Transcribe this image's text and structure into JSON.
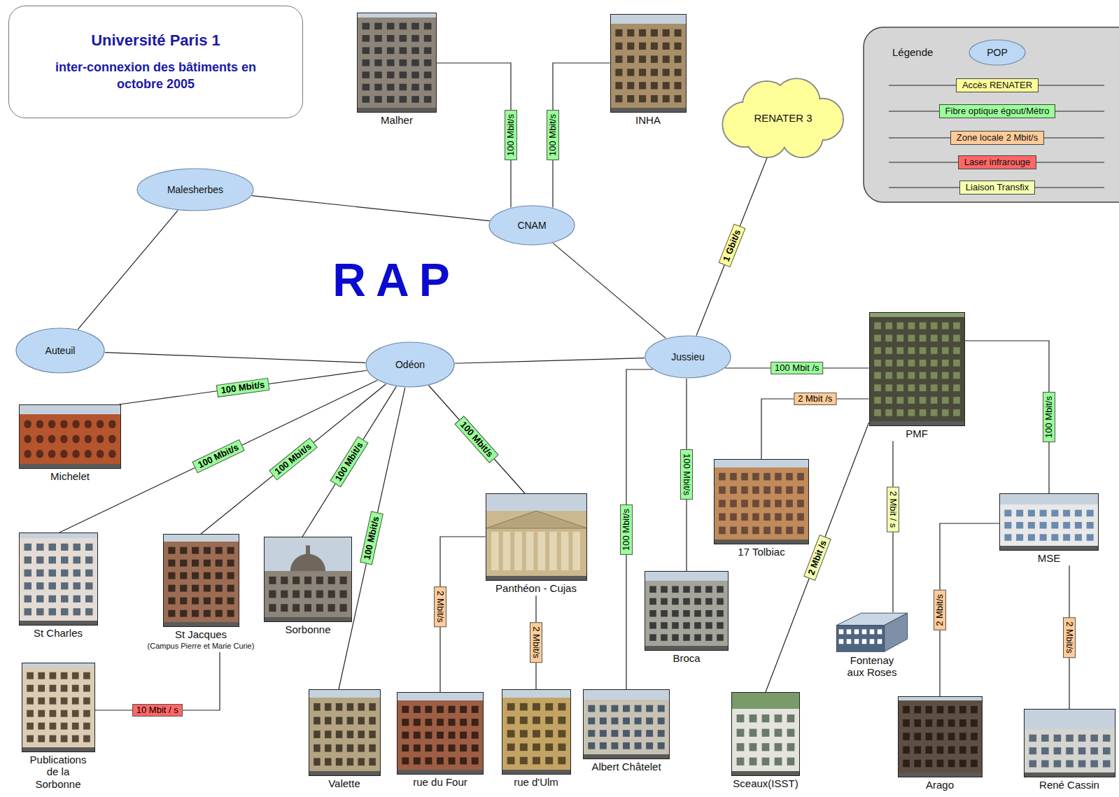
{
  "diagram": {
    "nodes": [
      {
        "text": [
          "Université Paris 1",
          "inter-connexion des bâtiments en octobre 2005"
        ]
      },
      {
        "text": [
          "Malher"
        ]
      },
      {
        "text": [
          "INHA"
        ]
      },
      {
        "text": [
          "RENATER 3"
        ]
      },
      {
        "text": [
          "Malesherbes"
        ]
      },
      {
        "text": [
          "CNAM"
        ]
      },
      {
        "text": [
          "Auteuil"
        ]
      },
      {
        "text": [
          "Odéon"
        ]
      },
      {
        "text": [
          "Jussieu"
        ]
      },
      {
        "text": [
          "PMF"
        ]
      },
      {
        "text": [
          "Michelet"
        ]
      },
      {
        "text": [
          "17 Tolbiac"
        ]
      },
      {
        "text": [
          "MSE"
        ]
      },
      {
        "text": [
          "Panthéon - Cujas"
        ]
      },
      {
        "text": [
          "St Charles"
        ]
      },
      {
        "text": [
          "St Jacques",
          "(Campus Pierre et Marie Curie)"
        ]
      },
      {
        "text": [
          "Sorbonne"
        ]
      },
      {
        "text": [
          "Broca"
        ]
      },
      {
        "text": [
          "Fontenay aux Roses"
        ]
      },
      {
        "text": [
          "Albert Châtelet"
        ]
      },
      {
        "text": [
          "Publications de la Sorbonne"
        ]
      },
      {
        "text": [
          "Valette"
        ]
      },
      {
        "text": [
          "rue du Four"
        ]
      },
      {
        "text": [
          "rue d'Ulm"
        ]
      },
      {
        "text": [
          "Sceaux(ISST)"
        ]
      },
      {
        "text": [
          "Arago"
        ]
      },
      {
        "text": [
          "René Cassin"
        ]
      }
    ],
    "edges": [
      {
        "from": 5,
        "to": 1,
        "label": "100 Mbit/s",
        "arrow": "none"
      },
      {
        "from": 5,
        "to": 2,
        "label": "100 Mbit/s",
        "arrow": "none"
      },
      {
        "from": 4,
        "to": 5,
        "arrow": "none"
      },
      {
        "from": 4,
        "to": 6,
        "arrow": "none"
      },
      {
        "from": 5,
        "to": 8,
        "arrow": "none"
      },
      {
        "from": 6,
        "to": 7,
        "arrow": "none"
      },
      {
        "from": 7,
        "to": 8,
        "arrow": "none"
      },
      {
        "from": 8,
        "to": 3,
        "label": "1 Gbit/s",
        "arrow": "none"
      },
      {
        "from": 7,
        "to": 10,
        "label": "100 Mbit/s",
        "arrow": "none"
      },
      {
        "from": 7,
        "to": 14,
        "label": "100 Mbit/s",
        "arrow": "none"
      },
      {
        "from": 7,
        "to": 15,
        "label": "100 Mbit/s",
        "arrow": "none"
      },
      {
        "from": 7,
        "to": 16,
        "label": "100 Mbit/s",
        "arrow": "none"
      },
      {
        "from": 7,
        "to": 21,
        "label": "100 Mbit/s",
        "arrow": "none"
      },
      {
        "from": 7,
        "to": 13,
        "label": "100 Mbit/s",
        "arrow": "none"
      },
      {
        "from": 13,
        "to": 22,
        "label": "2 Mbit/s",
        "arrow": "none"
      },
      {
        "from": 13,
        "to": 23,
        "label": "2 Mbit/s",
        "arrow": "none"
      },
      {
        "from": 15,
        "to": 20,
        "label": "10 Mbit / s",
        "arrow": "none"
      },
      {
        "from": 8,
        "to": 19,
        "label": "100 Mbit/s",
        "arrow": "none"
      },
      {
        "from": 8,
        "to": 17,
        "label": "100 Mbit/s",
        "arrow": "none"
      },
      {
        "from": 8,
        "to": 9,
        "label": "100 Mbit /s",
        "arrow": "none"
      },
      {
        "from": 9,
        "to": 11,
        "label": "2 Mbit /s",
        "arrow": "none"
      },
      {
        "from": 9,
        "to": 24,
        "label": "2 Mbit /s",
        "arrow": "none"
      },
      {
        "from": 9,
        "to": 18,
        "label": "2 Mbit / s",
        "arrow": "none"
      },
      {
        "from": 9,
        "to": 12,
        "label": "100 Mbit/s",
        "arrow": "none"
      },
      {
        "from": 12,
        "to": 25,
        "label": "2 Mbit/s",
        "arrow": "none"
      },
      {
        "from": 12,
        "to": 26,
        "label": "2 Mbit/s",
        "arrow": "none"
      }
    ],
    "labels": [
      "RAP",
      "Légende"
    ],
    "legend": [
      {
        "text": "POP"
      },
      {
        "text": "Accès RENATER",
        "color": "#ffff99"
      },
      {
        "text": "Fibre optique égout/Métro",
        "color": "#99ff99"
      },
      {
        "text": "Zone locale 2 Mbit/s",
        "color": "#ffcc99"
      },
      {
        "text": "Laser infrarouge",
        "color": "#ff6666"
      },
      {
        "text": "Liaison Transfix",
        "color": "#f4ffb0"
      }
    ]
  }
}
